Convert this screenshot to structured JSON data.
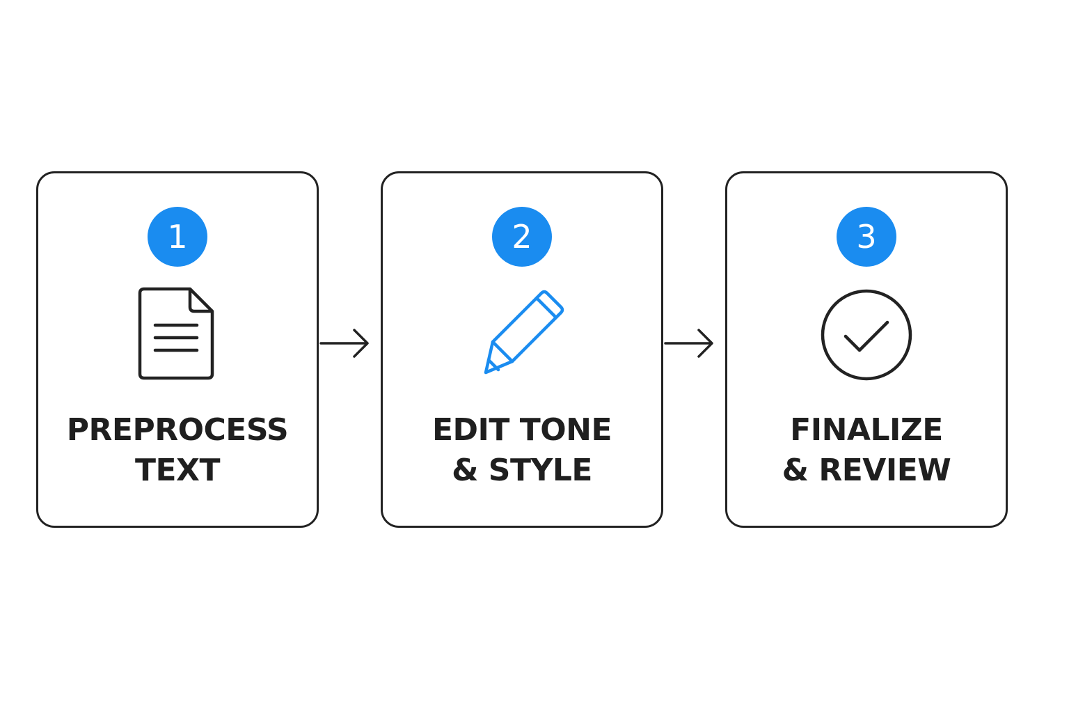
{
  "colors": {
    "accent": "#1a8cf0",
    "ink": "#222222",
    "background": "#ffffff"
  },
  "steps": [
    {
      "number": "1",
      "icon": "document-icon",
      "title_lines": [
        "PREPROCESS",
        "TEXT"
      ]
    },
    {
      "number": "2",
      "icon": "pencil-icon",
      "title_lines": [
        "EDIT TONE",
        "& STYLE"
      ]
    },
    {
      "number": "3",
      "icon": "check-circle-icon",
      "title_lines": [
        "FINALIZE",
        "& REVIEW"
      ]
    }
  ],
  "connectors": [
    "arrow-right-icon",
    "arrow-right-icon"
  ]
}
